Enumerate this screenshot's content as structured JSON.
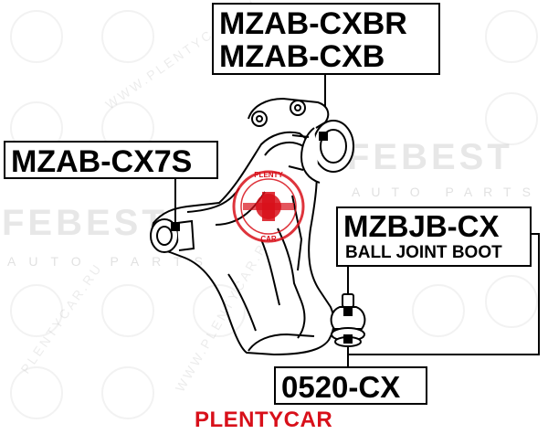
{
  "part_labels": {
    "top": {
      "line1": "MZAB-CXBR",
      "line2": "MZAB-CXB"
    },
    "left": "MZAB-CX7S",
    "right": {
      "main": "MZBJB-CX",
      "sub": "BALL JOINT BOOT"
    },
    "bottom": "0520-CX"
  },
  "brand_caption": "PLENTYCAR",
  "watermark": {
    "brand": "FEBEST",
    "tagline": "AUTO PARTS",
    "seal_text": "PLENTY CAR"
  },
  "colors": {
    "brand_red": "#d8101a",
    "line": "#000000",
    "watermark_gray": "#b4b4b4"
  }
}
